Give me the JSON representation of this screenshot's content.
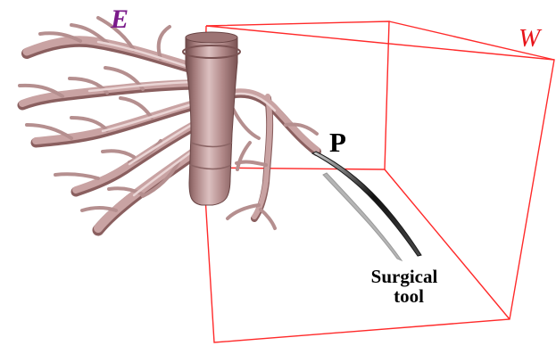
{
  "labels": {
    "e_frame": "E",
    "w_frame": "W",
    "point": "P",
    "tool_line1": "Surgical",
    "tool_line2": "tool"
  },
  "colors": {
    "frame_box": "#ff2a2a",
    "e_label": "#7a1a8a",
    "w_label": "#e8141a",
    "vessel": "#c9a3a3",
    "vessel_shade": "#8a5f5f",
    "tool": "#2a2a2a",
    "tool_shadow": "#b5b5b5",
    "text": "#000000"
  },
  "icons": {
    "vessel_model": "hepatic-vessel-tree",
    "tool_model": "surgical-needle"
  }
}
